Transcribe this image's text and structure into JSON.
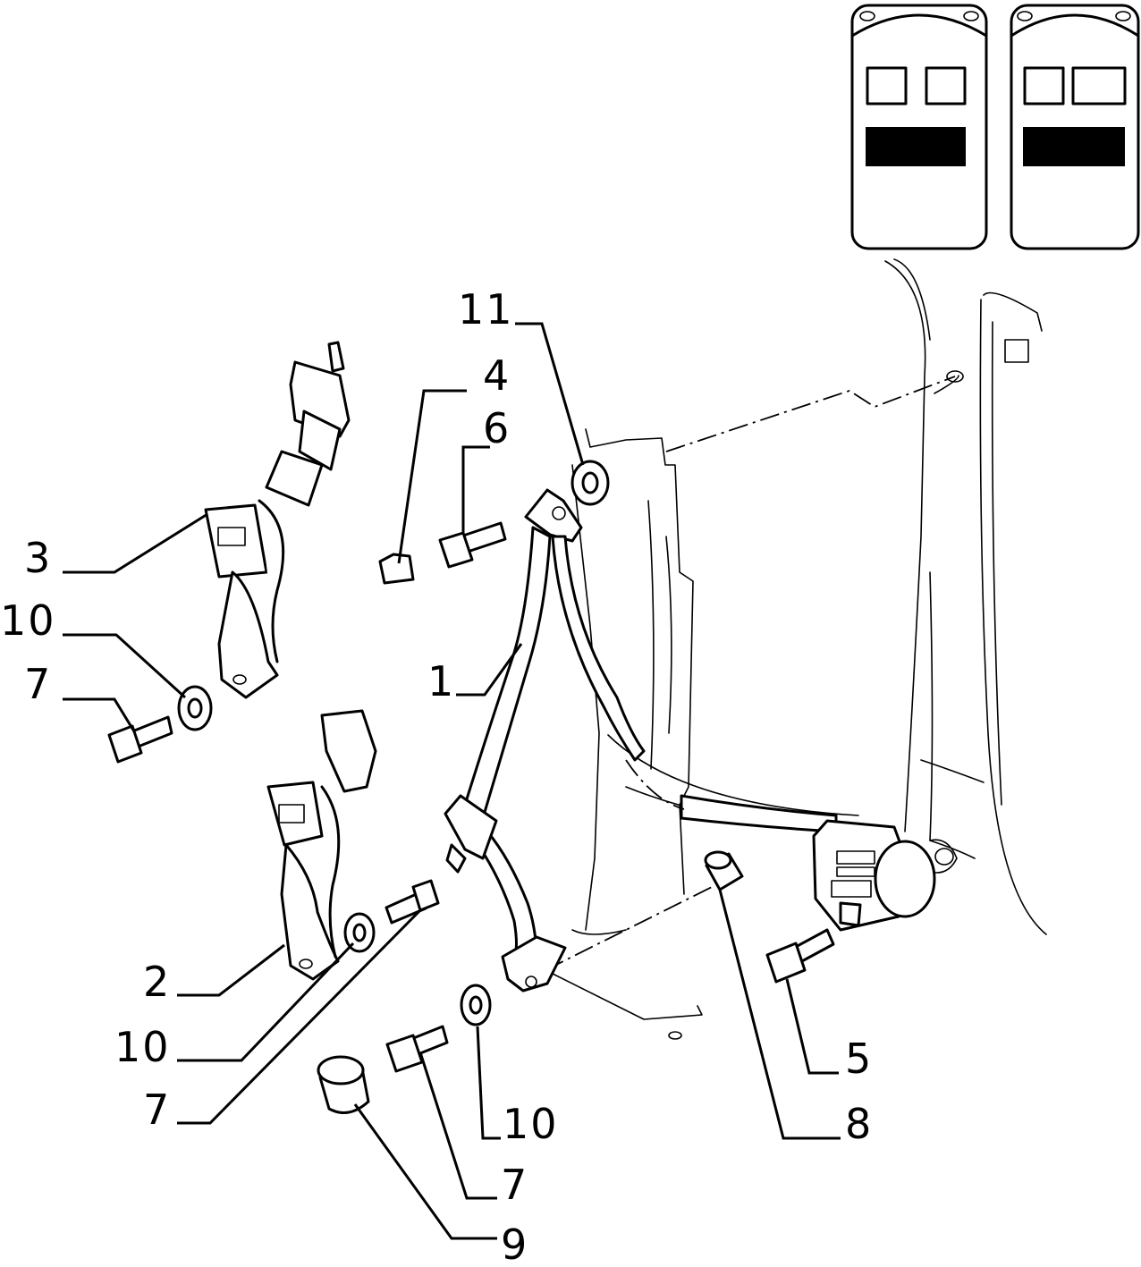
{
  "callouts": {
    "c11": "11",
    "c4": "4",
    "c6": "6",
    "c3": "3",
    "c10_top": "10",
    "c7_top": "7",
    "c1": "1",
    "c2": "2",
    "c10_left": "10",
    "c7_left": "7",
    "c5": "5",
    "c10_bottom": "10",
    "c8": "8",
    "c7_bottom": "7",
    "c9": "9"
  }
}
